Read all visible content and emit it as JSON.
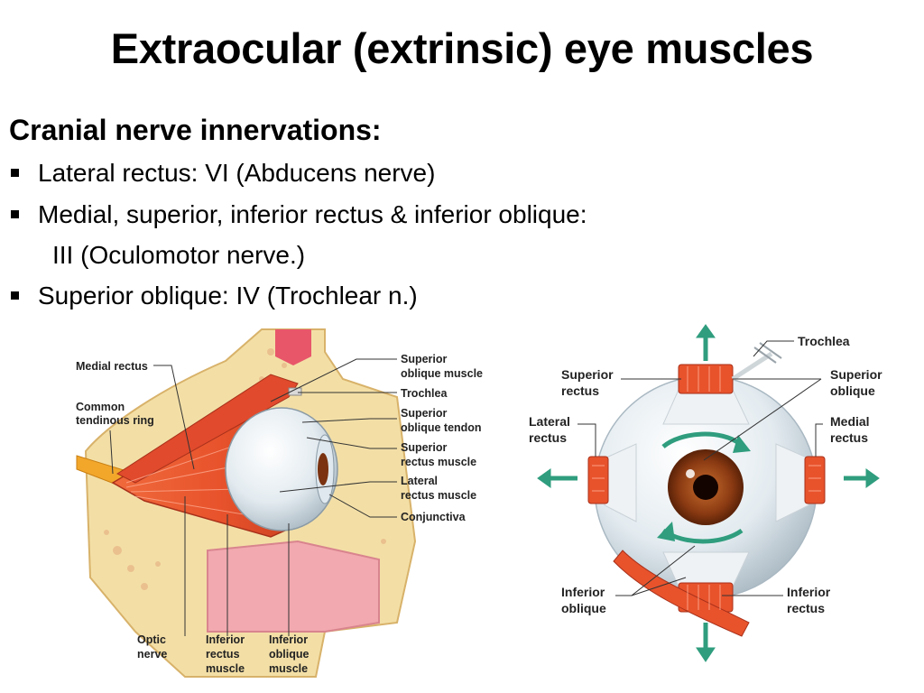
{
  "title": "Extraocular (extrinsic) eye muscles",
  "subheading": "Cranial nerve innervations:",
  "bullets": [
    {
      "text": "Lateral rectus: VI (Abducens nerve)"
    },
    {
      "text": "Medial, superior, inferior rectus & inferior oblique:",
      "continuation": "III (Oculomotor nerve.)"
    },
    {
      "text": "Superior oblique: IV (Trochlear n.)"
    }
  ],
  "left_diagram": {
    "labels": {
      "medial_rectus": "Medial rectus",
      "common_ring_1": "Common",
      "common_ring_2": "tendinous ring",
      "sup_obl_muscle_1": "Superior",
      "sup_obl_muscle_2": "oblique muscle",
      "trochlea": "Trochlea",
      "sup_obl_tendon_1": "Superior",
      "sup_obl_tendon_2": "oblique tendon",
      "sup_rectus_1": "Superior",
      "sup_rectus_2": "rectus muscle",
      "lat_rectus_1": "Lateral",
      "lat_rectus_2": "rectus muscle",
      "conjunctiva": "Conjunctiva",
      "optic_1": "Optic",
      "optic_2": "nerve",
      "inf_rectus_1": "Inferior",
      "inf_rectus_2": "rectus",
      "inf_rectus_3": "muscle",
      "inf_oblique_1": "Inferior",
      "inf_oblique_2": "oblique",
      "inf_oblique_3": "muscle"
    }
  },
  "right_diagram": {
    "labels": {
      "trochlea": "Trochlea",
      "superior_rectus_1": "Superior",
      "superior_rectus_2": "rectus",
      "superior_oblique_1": "Superior",
      "superior_oblique_2": "oblique",
      "lateral_rectus_1": "Lateral",
      "lateral_rectus_2": "rectus",
      "medial_rectus_1": "Medial",
      "medial_rectus_2": "rectus",
      "inferior_oblique_1": "Inferior",
      "inferior_oblique_2": "oblique",
      "inferior_rectus_1": "Inferior",
      "inferior_rectus_2": "rectus"
    }
  },
  "colors": {
    "muscle": "#e8532c",
    "muscle_dark": "#c23a1d",
    "bone": "#f3dfa6",
    "bone_dark": "#e0b974",
    "eyeball": "#e6eef2",
    "iris": "#8a3a12",
    "arrow_teal": "#2f9d7e",
    "nerve": "#f2a72b"
  }
}
